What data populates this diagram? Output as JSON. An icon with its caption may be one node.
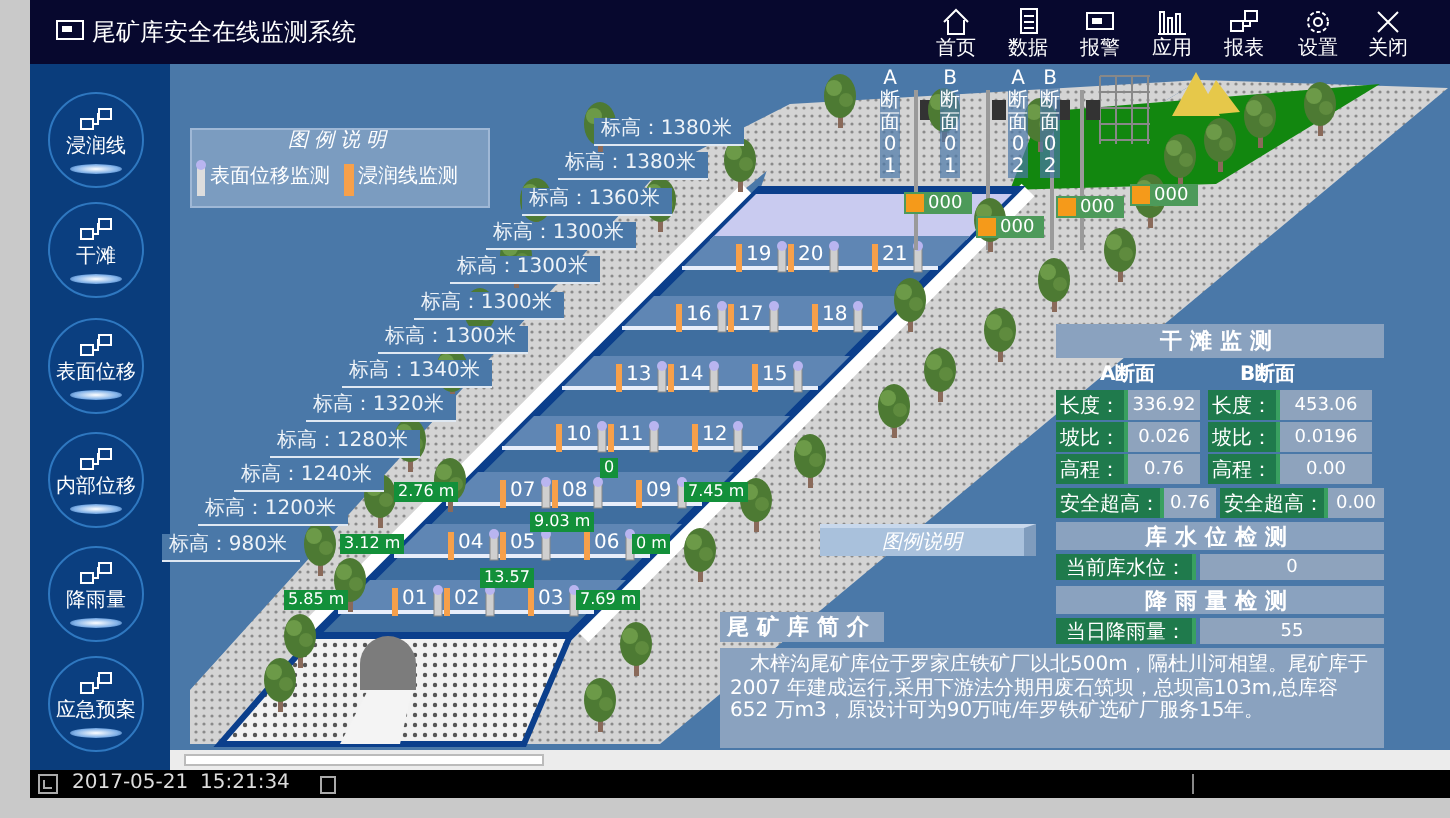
{
  "diagram": {
    "title": "尾矿库安全在线监测系统",
    "nodes": [
      {
        "text": [
          "浸润线"
        ]
      },
      {
        "text": [
          "干滩"
        ]
      },
      {
        "text": [
          "表面位移"
        ]
      },
      {
        "text": [
          "内部位移"
        ]
      },
      {
        "text": [
          "降雨量"
        ]
      },
      {
        "text": [
          "应急预案"
        ]
      },
      {
        "text": [
          "干滩监测"
        ]
      },
      {
        "text": [
          "库水位检测"
        ]
      },
      {
        "text": [
          "降雨量检测"
        ]
      },
      {
        "text": [
          "尾矿库简介"
        ]
      },
      {
        "text": [
          "木梓沟尾矿库位于罗家庄铁矿厂以北500m，隔杜川河相望。尾矿库于2007 年建成运行,采用下游法分期用废石筑坝，总坝高103m,总库容652 万m3，原设计可为90万吨/年罗铁矿选矿厂服务15年。"
        ]
      },
      {
        "text": [
          "图例说明"
        ]
      }
    ],
    "labels": [
      "首页",
      "数据",
      "报警",
      "应用",
      "报表",
      "设置",
      "关闭",
      "图例说明",
      "A断面01",
      "B断面01",
      "A断面02",
      "B断面02",
      "000",
      "000",
      "000",
      "000",
      "标高：1380米",
      "标高：1380米",
      "标高：1360米",
      "标高：1300米",
      "标高：1300米",
      "标高：1300米",
      "标高：1300米",
      "标高：1340米",
      "标高：1320米",
      "标高：1280米",
      "标高：1240米",
      "标高：1200米",
      "标高：980米",
      "19",
      "20",
      "21",
      "16",
      "17",
      "18",
      "13",
      "14",
      "15",
      "10",
      "11",
      "12",
      "07",
      "08",
      "09",
      "04",
      "05",
      "06",
      "01",
      "02",
      "03",
      "0",
      "2.76 m",
      "7.45 m",
      "9.03 m",
      "3.12 m",
      "0 m",
      "13.57",
      "5.85 m",
      "7.69 m",
      "A断面",
      "B断面",
      "长度：",
      "336.92",
      "长度：",
      "453.06",
      "坡比：",
      "0.026",
      "坡比：",
      "0.0196",
      "高程：",
      "0.76",
      "高程：",
      "0.00",
      "安全超高：",
      "0.76",
      "安全超高：",
      "0.00",
      "当前库水位：",
      "0",
      "当日降雨量：",
      "55",
      "2017-05-21",
      "15:21:34"
    ],
    "legend": [
      {
        "text": "表面位移监测"
      },
      {
        "text": "浸润线监测"
      }
    ]
  }
}
